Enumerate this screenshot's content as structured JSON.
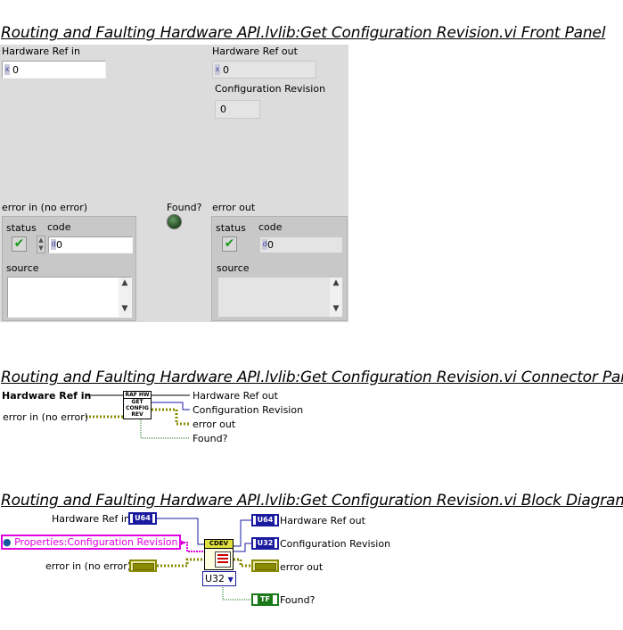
{
  "front_panel": {
    "title": "Routing and Faulting Hardware API.lvlib:Get Configuration Revision.vi Front Panel",
    "hw_ref_in_label": "Hardware Ref in",
    "hw_ref_in_value": "0",
    "hw_ref_out_label": "Hardware Ref out",
    "hw_ref_out_value": "0",
    "config_rev_label": "Configuration Revision",
    "config_rev_value": "0",
    "error_in_label": "error in (no error)",
    "error_out_label": "error out",
    "found_label": "Found?",
    "status_label": "status",
    "code_label": "code",
    "source_label": "source",
    "error_in_code": "0",
    "error_out_code": "0",
    "radix_glyph": "x",
    "code_radix_glyph": "d"
  },
  "connector_pane": {
    "title": "Routing and Faulting Hardware API.lvlib:Get Configuration Revision.vi Connector Pane",
    "in_hw_ref": "Hardware Ref in",
    "in_error": "error in (no error)",
    "out_hw_ref": "Hardware Ref out",
    "out_config_rev": "Configuration Revision",
    "out_error": "error out",
    "out_found": "Found?",
    "icon_line1": "RAF HW",
    "icon_line2": "GET",
    "icon_line3": "CONFIG",
    "icon_line4": "REV"
  },
  "block_diagram": {
    "title": "Routing and Faulting Hardware API.lvlib:Get Configuration Revision.vi Block Diagram",
    "hw_ref_in": "Hardware Ref in",
    "property_constant": "Properties:Configuration Revision",
    "error_in": "error in (no error)",
    "hw_ref_out": "Hardware Ref out",
    "config_rev": "Configuration Revision",
    "error_out": "error out",
    "found": "Found?",
    "u64_tag": "U64",
    "u32_tag": "U32",
    "tf_tag": "TF",
    "u32_selector": "U32",
    "selector_arrow": "▼",
    "node_tag": "CDEV"
  },
  "colors": {
    "panel_bg": "#dcdcdc",
    "u64_wire": "#1a1aa0",
    "error_wire": "#8a8a00",
    "bool_wire": "#1a7a1a",
    "property_pink": "#e000e0"
  }
}
